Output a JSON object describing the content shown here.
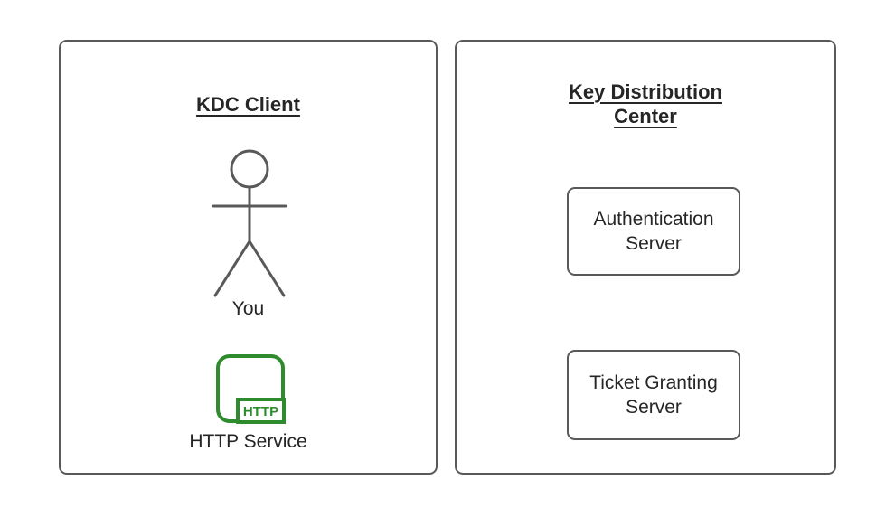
{
  "colors": {
    "border_gray": "#595959",
    "text": "#262626",
    "accent_green": "#2e8b2e",
    "background": "#ffffff"
  },
  "panels": {
    "client": {
      "title": "KDC Client",
      "actor_label": "You",
      "service_label": "HTTP Service",
      "service_icon_text": "HTTP"
    },
    "kdc": {
      "title": "Key Distribution Center",
      "servers": [
        {
          "label": "Authentication Server"
        },
        {
          "label": "Ticket Granting Server"
        }
      ]
    }
  }
}
